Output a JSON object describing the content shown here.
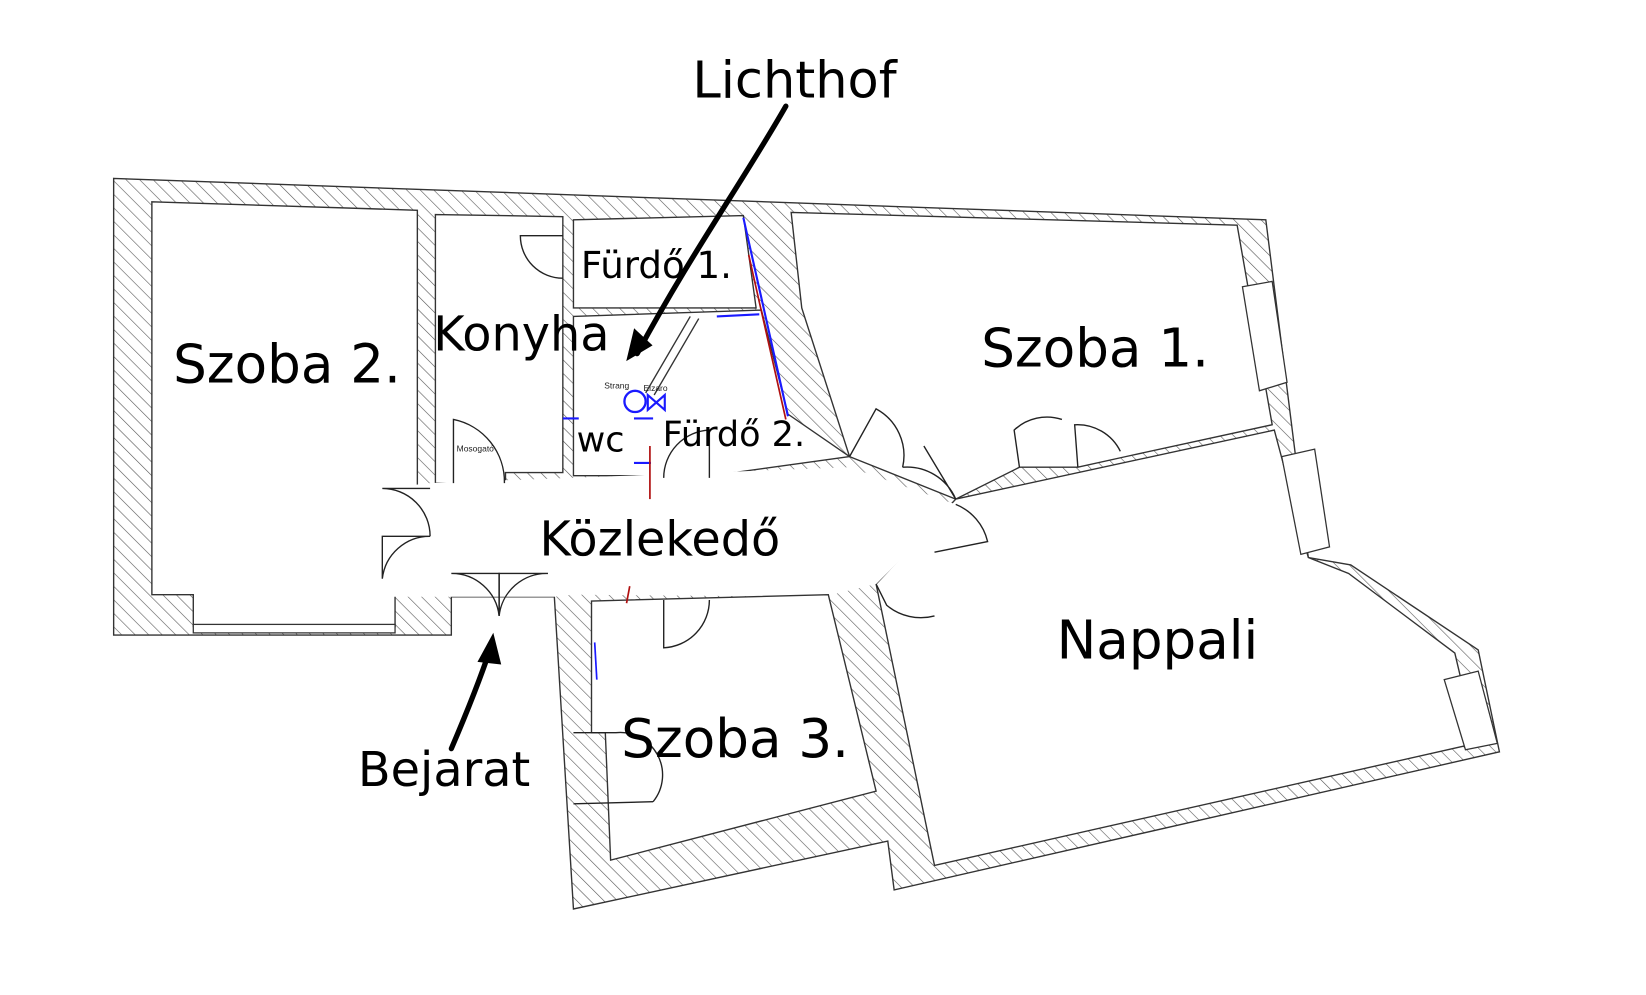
{
  "title_labels": {
    "lichthof": "Lichthof",
    "bejarat": "Bejarat"
  },
  "rooms": {
    "szoba2": "Szoba 2.",
    "konyha": "Konyha",
    "furdo1": "Fürdő 1.",
    "furdo2": "Fürdő 2.",
    "wc": "wc",
    "szoba1": "Szoba 1.",
    "kozlekedo": "Közlekedő",
    "nappali": "Nappali",
    "szoba3": "Szoba 3."
  },
  "fixtures": {
    "strang": "Strang",
    "elzaro": "Elzaro",
    "mosogato": "Mosogató"
  },
  "colors": {
    "plumbing_blue": "#1a1aff",
    "plumbing_red": "#b01010",
    "wall_hatch": "#555555"
  }
}
